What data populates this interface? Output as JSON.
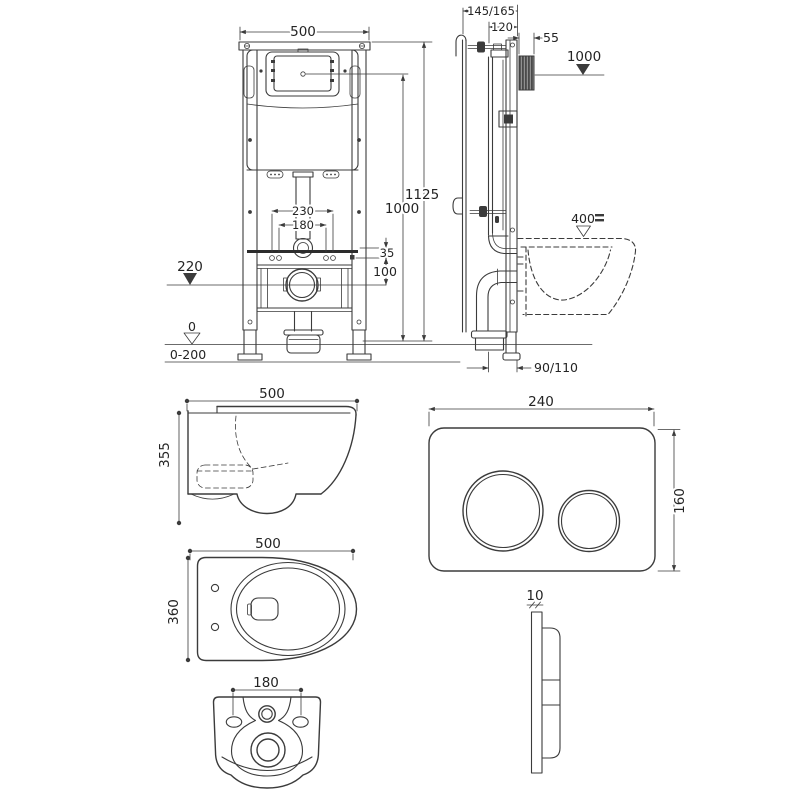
{
  "drawing": {
    "type": "installation-technical-drawing",
    "colors": {
      "ink": "#3b3b3b",
      "background": "#ffffff",
      "hatch_fill": "#4a4a4a"
    },
    "labels": {
      "front": {
        "width": "500",
        "total_height": "1125",
        "panel_center_height": "1000",
        "studs_outer": "230",
        "studs_inner": "180",
        "rail_offset": "35",
        "outlet_offset": "100",
        "outlet_level": "220",
        "floor_level": "0",
        "floor_adjust_range": "0-200"
      },
      "side": {
        "depth_total": "145/165",
        "depth_frame": "120",
        "housing_depth": "55",
        "panel_level": "1000",
        "bowl_level": "400",
        "outlet_distance": "90/110"
      },
      "bowl_side": {
        "width": "500",
        "height": "355"
      },
      "bowl_top": {
        "width": "500",
        "depth": "360"
      },
      "bowl_back": {
        "hole_spacing": "180"
      },
      "flush_plate": {
        "width": "240",
        "height": "160",
        "thickness": "10"
      }
    }
  }
}
